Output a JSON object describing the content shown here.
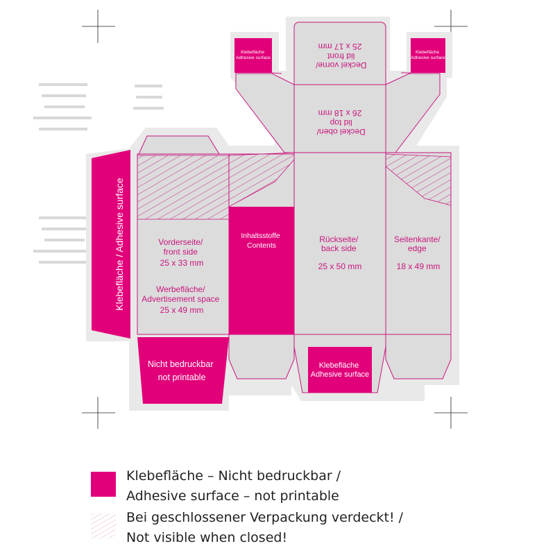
{
  "colors": {
    "magenta": "#e2007a",
    "line": "#c8157d",
    "panel": "#dcdcdc",
    "bleed": "#e9e9e9",
    "legend_text": "#222222"
  },
  "panels": {
    "front": {
      "name": "Vorderseite/",
      "name_en": "front side",
      "size": "25 x 33 mm",
      "ad_name": "Werbefläche/",
      "ad_name_en": "Advertisement space",
      "ad_size": "25 x 49 mm"
    },
    "ingredients": {
      "name": "Inhaltsstoffe",
      "name_en": "Contents"
    },
    "back": {
      "name": "Rückseite/",
      "name_en": "back side",
      "size": "25 x 50 mm"
    },
    "side": {
      "name": "Seitenkante/",
      "name_en": "edge",
      "size": "18 x 49 mm"
    },
    "lid_top": {
      "name": "Deckel oben/",
      "name_en": "lid top",
      "size": "26 x 18 mm"
    },
    "lid_front": {
      "name": "Deckel vorne/",
      "name_en": "lid front",
      "size": "25 x 17 mm"
    },
    "glue_strip": {
      "label": "Klebefläche / Adhesive surface"
    },
    "not_printable": {
      "label": "Nicht bedruckbar",
      "label_en": "not printable"
    },
    "bottom_glue": {
      "label": "Klebefläche",
      "label_en": "Adhesive surface"
    },
    "small_glue_left": {
      "label": "Klebefläche",
      "label_en": "Adhesive surface"
    },
    "small_glue_right": {
      "label": "Klebefläche",
      "label_en": "Adhesive surface"
    }
  },
  "legend": {
    "adhesive_line1": "Klebefläche – Nicht bedruckbar /",
    "adhesive_line2": "Adhesive surface – not printable",
    "hidden_line1": "Bei geschlossener Verpackung verdeckt! /",
    "hidden_line2": "Not visible when closed!"
  }
}
